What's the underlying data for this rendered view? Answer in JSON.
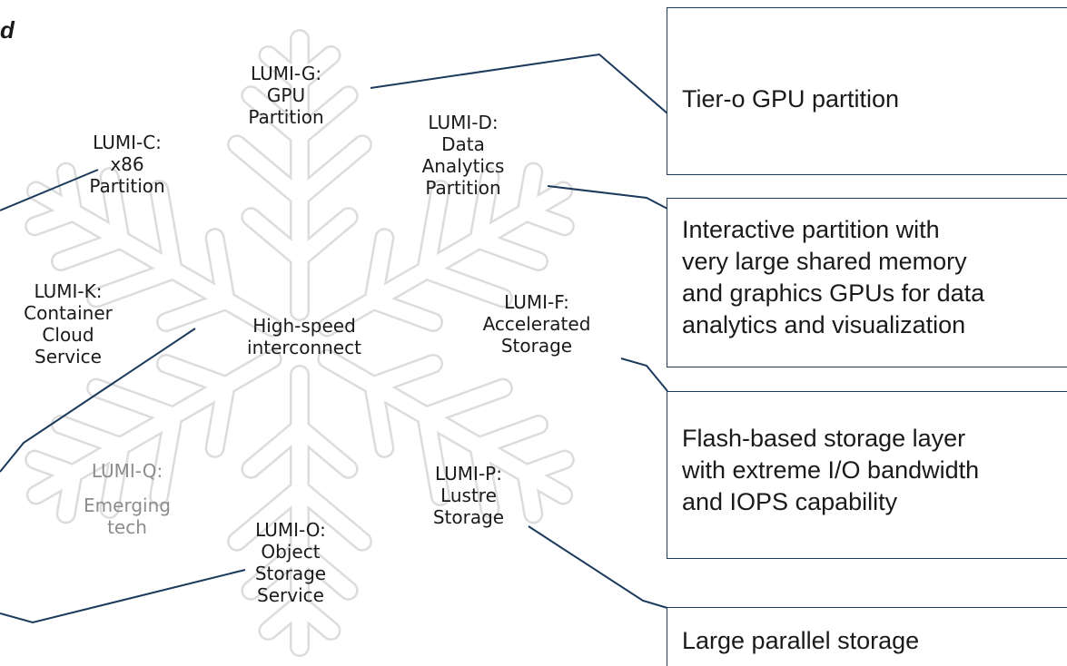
{
  "corner_text": "d",
  "hub": {
    "line1": "High-speed",
    "line2": "interconnect"
  },
  "nodes": {
    "lumi_g": {
      "head": "LUMI-G:",
      "lines": [
        "GPU",
        "Partition"
      ]
    },
    "lumi_c": {
      "head": "LUMI-C:",
      "lines": [
        "x86",
        "Partition"
      ]
    },
    "lumi_d": {
      "head": "LUMI-D:",
      "lines": [
        "Data",
        "Analytics",
        "Partition"
      ]
    },
    "lumi_k": {
      "head": "LUMI-K:",
      "lines": [
        "Container",
        "Cloud",
        "Service"
      ]
    },
    "lumi_f": {
      "head": "LUMI-F:",
      "lines": [
        "Accelerated",
        "Storage"
      ]
    },
    "lumi_q": {
      "head": "LUMI-Q:",
      "lines": [
        "Emerging",
        "tech"
      ]
    },
    "lumi_p": {
      "head": "LUMI-P:",
      "lines": [
        "Lustre",
        "Storage"
      ]
    },
    "lumi_o": {
      "head": "LUMI-O:",
      "lines": [
        "Object",
        "Storage",
        "Service"
      ]
    }
  },
  "callouts": {
    "gpu": [
      "Tier-o GPU partition"
    ],
    "data": [
      "Interactive partition with",
      "very large shared memory",
      "and graphics GPUs for data",
      "analytics and visualization"
    ],
    "flash": [
      "Flash-based storage layer",
      "with extreme I/O bandwidth",
      "and IOPS capability"
    ],
    "lustre": [
      "Large parallel storage"
    ]
  },
  "colors": {
    "connector": "#1b3a5c",
    "snowflake_outline": "#dcdcdc",
    "text": "#1a1a1a",
    "muted_text": "#8c8c8c"
  }
}
